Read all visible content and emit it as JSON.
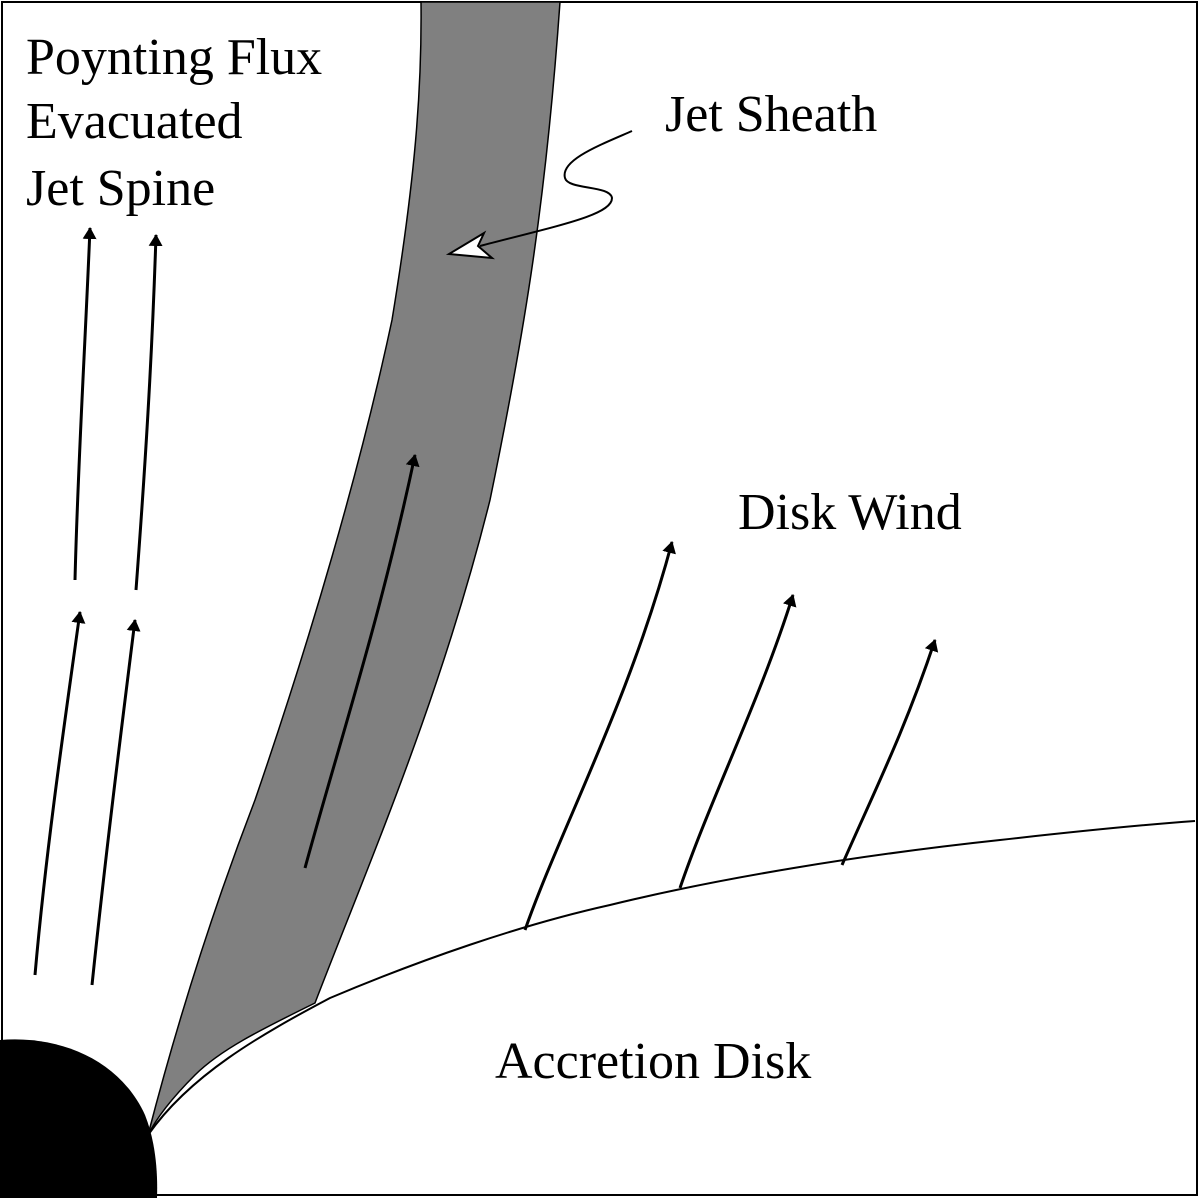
{
  "labels": {
    "spine_line1": "Poynting Flux",
    "spine_line2": "Evacuated",
    "spine_line3": "Jet Spine",
    "sheath": "Jet Sheath",
    "wind": "Disk Wind",
    "disk": "Accretion Disk"
  },
  "colors": {
    "sheath_fill": "#808080",
    "black_hole": "#000000",
    "line": "#000000",
    "background": "#ffffff"
  }
}
